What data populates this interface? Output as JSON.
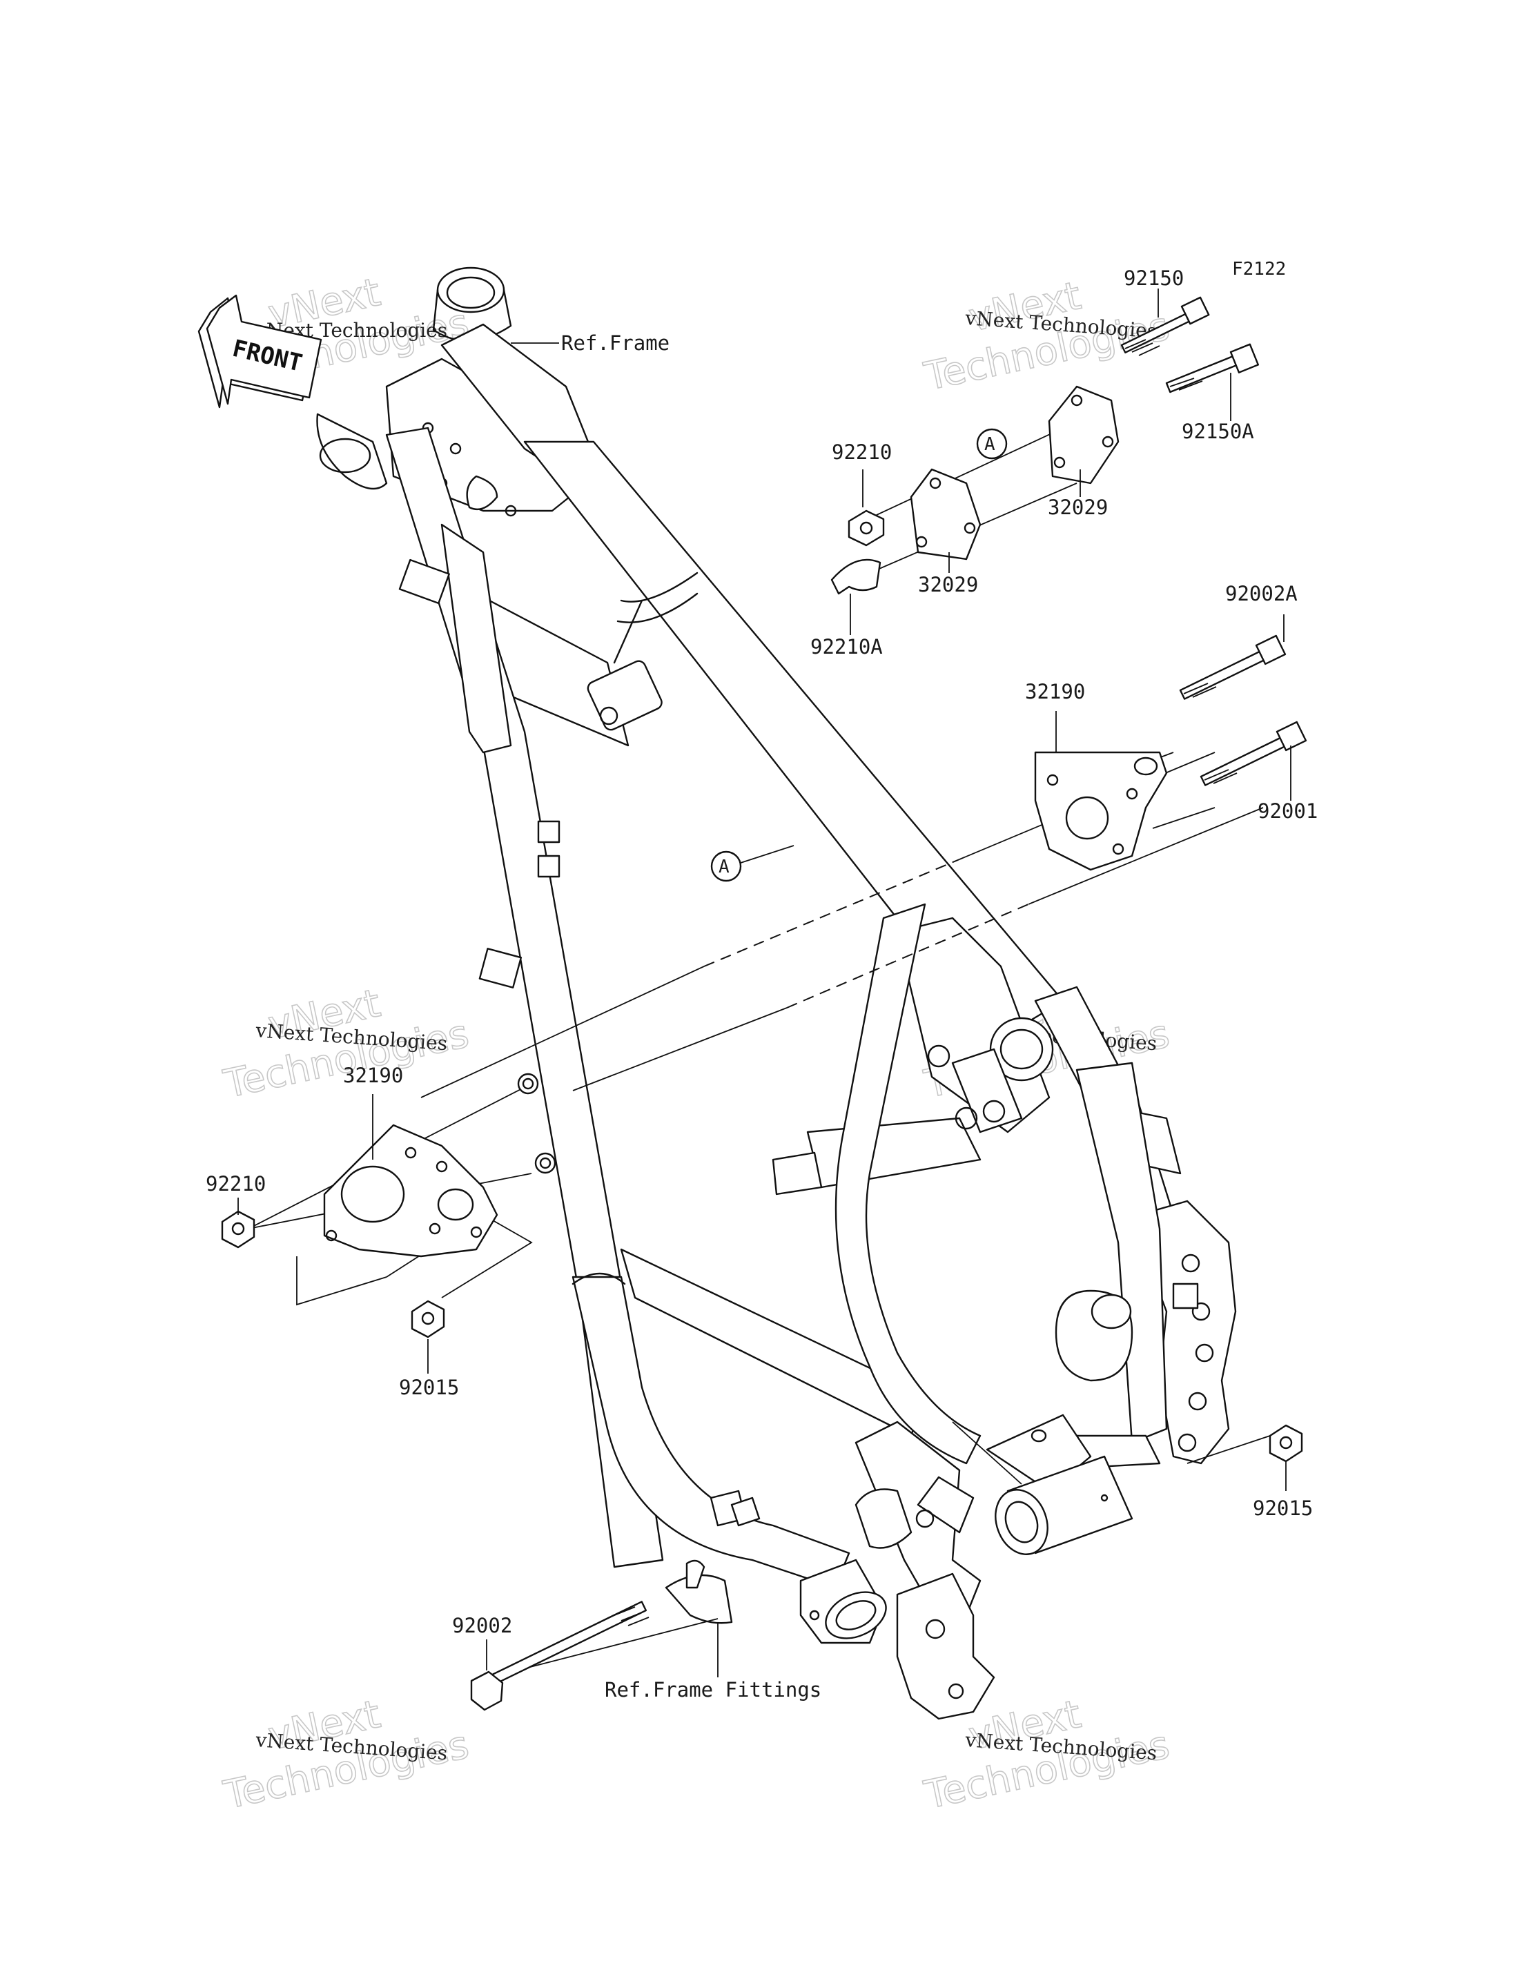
{
  "figure_code": "F2122",
  "front_marker": "FRONT",
  "callout_letter": "A",
  "watermark": {
    "line1": "vNext",
    "line2": "Technologies",
    "caption": "vNext Technologies"
  },
  "references": {
    "frame": "Ref.Frame",
    "frame_fittings": "Ref.Frame Fittings"
  },
  "parts": {
    "p92150": "92150",
    "p92150A": "92150A",
    "p92210_top": "92210",
    "p92210A": "92210A",
    "p32029_upper": "32029",
    "p32029_lower": "32029",
    "p92002A": "92002A",
    "p32190_right": "32190",
    "p92001": "92001",
    "p32190_left": "32190",
    "p92210_left": "92210",
    "p92015_left": "92015",
    "p92015_right": "92015",
    "p92002": "92002"
  }
}
